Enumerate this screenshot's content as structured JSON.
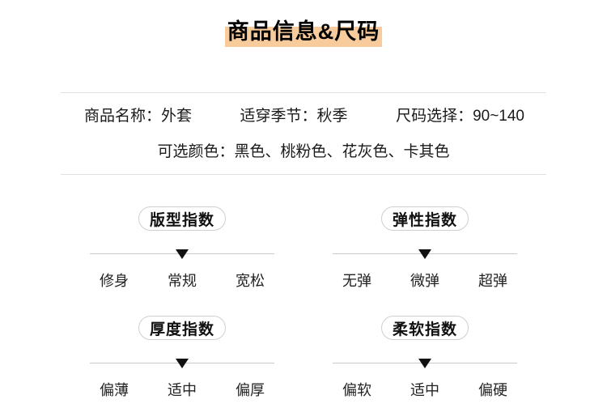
{
  "header": {
    "title": "商品信息&尺码"
  },
  "info": {
    "name": "商品名称：外套",
    "season": "适穿季节：秋季",
    "size": "尺码选择：90~140",
    "colors": "可选颜色：黑色、桃粉色、花灰色、卡其色"
  },
  "indices": [
    {
      "title": "版型指数",
      "options": [
        "修身",
        "常规",
        "宽松"
      ],
      "selected": "常规"
    },
    {
      "title": "弹性指数",
      "options": [
        "无弹",
        "微弹",
        "超弹"
      ],
      "selected": "微弹"
    },
    {
      "title": "厚度指数",
      "options": [
        "偏薄",
        "适中",
        "偏厚"
      ],
      "selected": "适中"
    },
    {
      "title": "柔软指数",
      "options": [
        "偏软",
        "适中",
        "偏硬"
      ],
      "selected": "适中"
    }
  ],
  "colors": {
    "highlight": "#f8cb9c",
    "divider": "#e0e0e0",
    "gauge_line": "#c9c9c9",
    "marker": "#111111"
  }
}
